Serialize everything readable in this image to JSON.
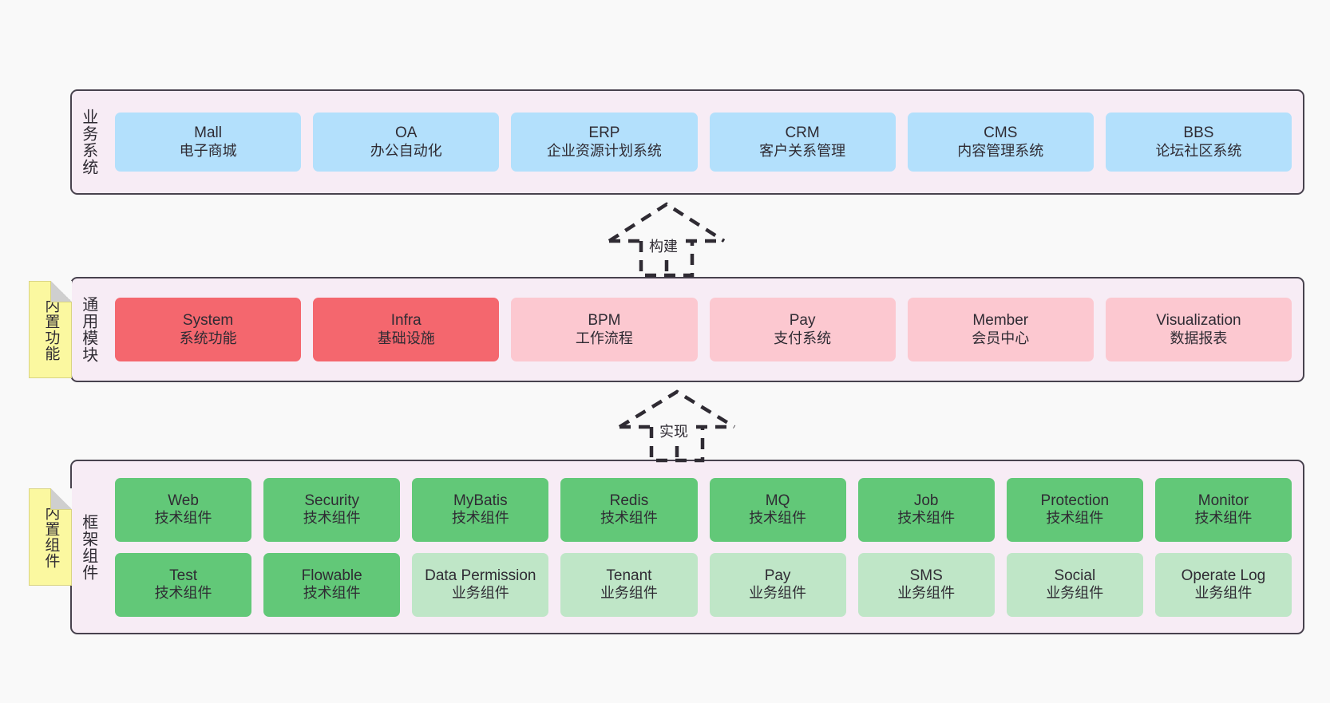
{
  "diagram": {
    "background_color": "#f9f9f9",
    "panel_background": "#f7ecf5",
    "panel_border": "#48424e",
    "note_color": "#fbf8a0"
  },
  "notes": [
    {
      "text": "内置功能"
    },
    {
      "text": "内置组件"
    }
  ],
  "connectors": [
    {
      "label": "构建",
      "style": "dashed-generalization"
    },
    {
      "label": "实现",
      "style": "dashed-generalization"
    }
  ],
  "panels": [
    {
      "label": "业务系统",
      "accent": "#b3e0fc",
      "rows": [
        [
          {
            "name": "Mall",
            "desc": "电子商城"
          },
          {
            "name": "OA",
            "desc": "办公自动化"
          },
          {
            "name": "ERP",
            "desc": "企业资源计划系统"
          },
          {
            "name": "CRM",
            "desc": "客户关系管理"
          },
          {
            "name": "CMS",
            "desc": "内容管理系统"
          },
          {
            "name": "BBS",
            "desc": "论坛社区系统"
          }
        ]
      ]
    },
    {
      "label": "通用模块",
      "accent": "#f4676e",
      "rows": [
        [
          {
            "name": "System",
            "desc": "系统功能"
          },
          {
            "name": "Infra",
            "desc": "基础设施"
          },
          {
            "name": "BPM",
            "desc": "工作流程"
          },
          {
            "name": "Pay",
            "desc": "支付系统"
          },
          {
            "name": "Member",
            "desc": "会员中心"
          },
          {
            "name": "Visualization",
            "desc": "数据报表"
          }
        ]
      ]
    },
    {
      "label": "框架组件",
      "accent": "#62c878",
      "rows": [
        [
          {
            "name": "Web",
            "desc": "技术组件"
          },
          {
            "name": "Security",
            "desc": "技术组件"
          },
          {
            "name": "MyBatis",
            "desc": "技术组件"
          },
          {
            "name": "Redis",
            "desc": "技术组件"
          },
          {
            "name": "MQ",
            "desc": "技术组件"
          },
          {
            "name": "Job",
            "desc": "技术组件"
          },
          {
            "name": "Protection",
            "desc": "技术组件"
          },
          {
            "name": "Monitor",
            "desc": "技术组件"
          }
        ],
        [
          {
            "name": "Test",
            "desc": "技术组件"
          },
          {
            "name": "Flowable",
            "desc": "技术组件"
          },
          {
            "name": "Data Permission",
            "desc": "业务组件"
          },
          {
            "name": "Tenant",
            "desc": "业务组件"
          },
          {
            "name": "Pay",
            "desc": "业务组件"
          },
          {
            "name": "SMS",
            "desc": "业务组件"
          },
          {
            "name": "Social",
            "desc": "业务组件"
          },
          {
            "name": "Operate Log",
            "desc": "业务组件"
          }
        ]
      ]
    }
  ]
}
